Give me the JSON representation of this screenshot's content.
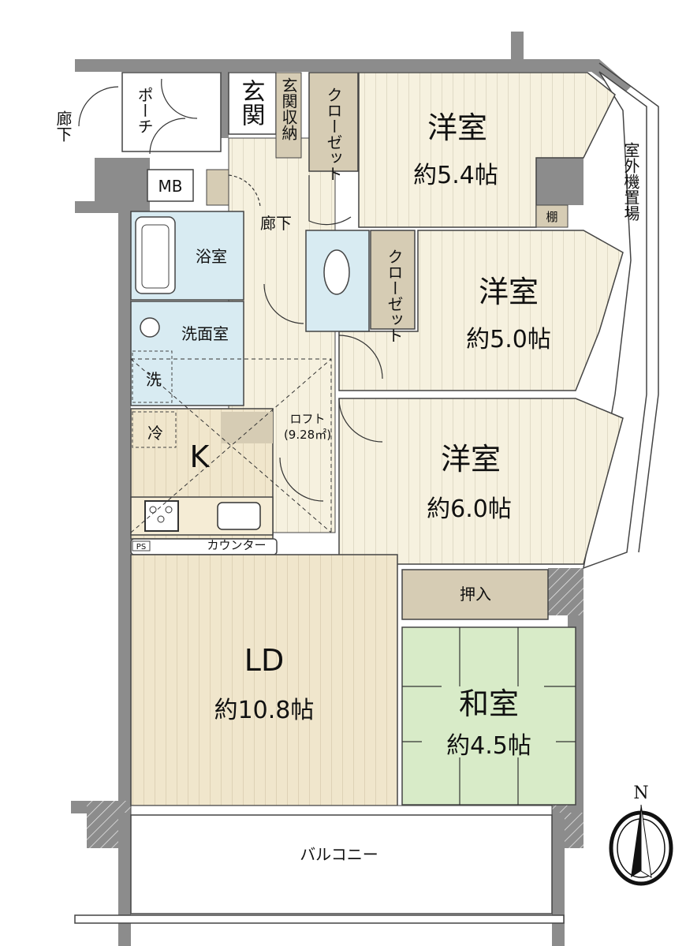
{
  "floorplan": {
    "rooms": [
      {
        "id": "western1",
        "name": "洋室",
        "area": "約5.4帖"
      },
      {
        "id": "western2",
        "name": "洋室",
        "area": "約5.0帖"
      },
      {
        "id": "western3",
        "name": "洋室",
        "area": "約6.0帖"
      },
      {
        "id": "ld",
        "name": "LD",
        "area": "約10.8帖"
      },
      {
        "id": "japanese",
        "name": "和室",
        "area": "約4.5帖"
      },
      {
        "id": "kitchen",
        "name": "K"
      }
    ],
    "labels": {
      "corridor_outside": "廊下",
      "porch": "ポーチ",
      "entrance": "玄関",
      "entrance_storage": "玄関収納",
      "closet1": "クローゼット",
      "closet2": "クローゼット",
      "mb": "MB",
      "corridor_inside": "廊下",
      "bathroom": "浴室",
      "washroom": "洗面室",
      "washer": "洗",
      "fridge": "冷",
      "loft": "ロフト",
      "loft_area": "(9.28㎡)",
      "counter": "カウンター",
      "ps": "PS",
      "shelf": "棚",
      "outdoor_unit": "室外機置場",
      "oshiire": "押入",
      "balcony": "バルコニー",
      "north": "N"
    },
    "colors": {
      "wall": "#8c8c8c",
      "wood_floor": "#f5f0dc",
      "kitchen_floor": "#f0e6cc",
      "wet_area": "#d8ebf2",
      "storage": "#d6ccb4",
      "tatami": "#d8ebc8"
    }
  }
}
